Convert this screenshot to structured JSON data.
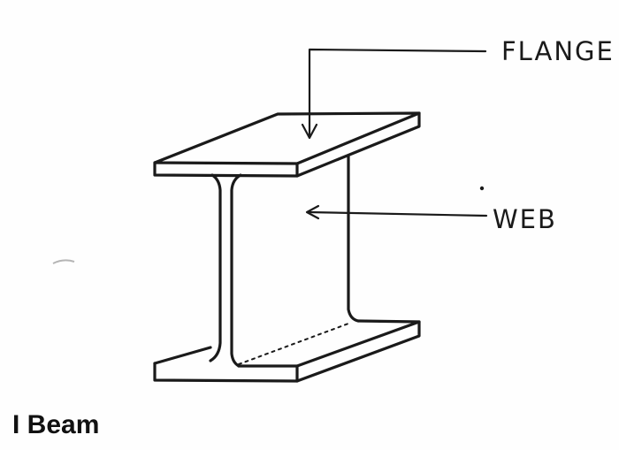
{
  "labels": {
    "flange": "FLANGE",
    "web": "WEB"
  },
  "caption": "I Beam",
  "colors": {
    "ink": "#1a1a1a",
    "paper": "#fefefe"
  }
}
